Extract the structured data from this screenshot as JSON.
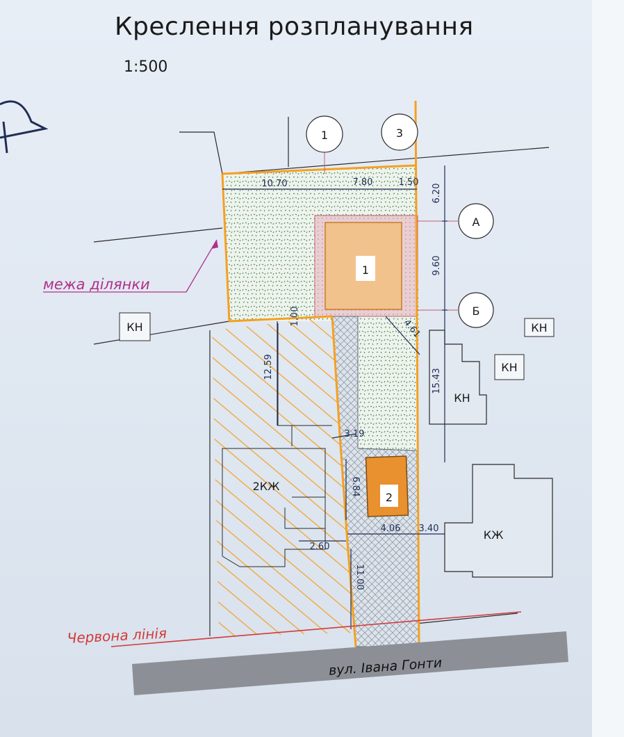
{
  "title": "Креслення розпланування",
  "scale": "1:500",
  "axes": {
    "a1": "1",
    "a3": "3",
    "rowA": "А",
    "rowB": "Б"
  },
  "dimensions": {
    "d1070": "10.70",
    "d780": "7.80",
    "d150": "1.50",
    "d620": "6.20",
    "d960": "9.60",
    "d1543": "15.43",
    "d100": "1.00",
    "d1259": "12.59",
    "d461": "4.61",
    "d319": "3.19",
    "d684": "6.84",
    "d406": "4.06",
    "d340": "3.40",
    "d260": "2.60",
    "d1100": "11.00"
  },
  "buildings": {
    "b1": "1",
    "b2": "2",
    "kh": "КН",
    "kzh": "КЖ",
    "kzh2": "2КЖ"
  },
  "labels": {
    "boundary": "межа ділянки",
    "red_line": "Червона лінія",
    "street": "вул. Івана Гонти"
  },
  "colors": {
    "boundary": "#f5a020",
    "building": "#f2c28c",
    "building2": "#e8912e",
    "dims": "#1f2e55",
    "magenta": "#b0308a",
    "red": "#d23a3a",
    "street": "#8c9096"
  }
}
